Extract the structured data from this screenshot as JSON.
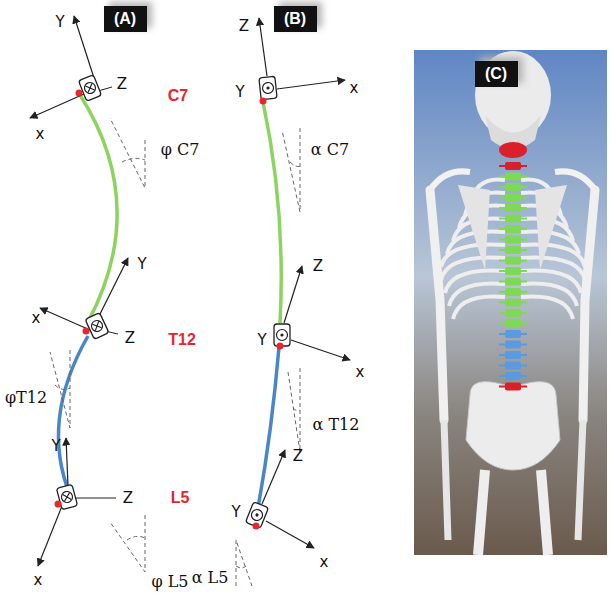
{
  "diagram": {
    "nodes": [
      {
        "text": [
          "(A)"
        ]
      },
      {
        "text": [
          "(B)"
        ]
      },
      {
        "text": [
          "(C)"
        ]
      }
    ],
    "labels": [
      "Y",
      "x",
      "Z",
      "C7",
      "φ C7",
      "x",
      "Y",
      "Z",
      "T12",
      "φT12",
      "Y",
      "x",
      "Z",
      "L5",
      "φ L5",
      "Z",
      "x",
      "Y",
      "α C7",
      "Z",
      "Y",
      "x",
      "α T12",
      "Z",
      "Y",
      "x",
      "α L5"
    ]
  }
}
